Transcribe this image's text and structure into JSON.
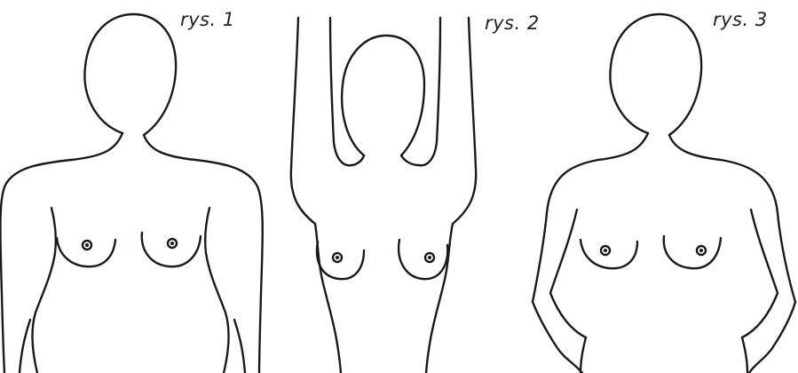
{
  "figures": [
    {
      "caption": "rys. 1",
      "pose": "arms-down-front"
    },
    {
      "caption": "rys. 2",
      "pose": "arms-raised"
    },
    {
      "caption": "rys. 3",
      "pose": "hands-on-hips"
    }
  ],
  "colors": {
    "line": "#1a1a1a",
    "background": "#ffffff"
  }
}
